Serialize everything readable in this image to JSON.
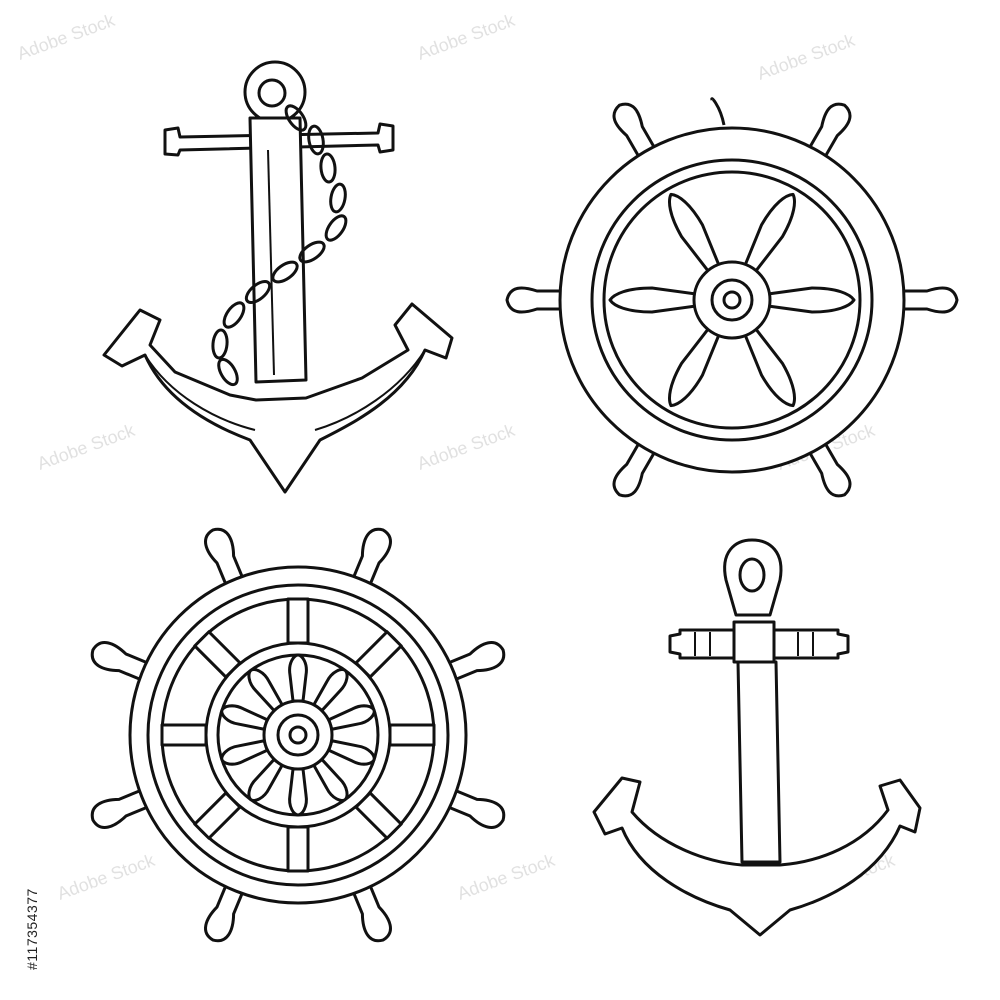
{
  "image": {
    "stock_id": "#117354377",
    "watermark_text": "Adobe Stock",
    "colors": {
      "background": "#ffffff",
      "ink": "#111111",
      "watermark": "#c8c8c8"
    },
    "illustrations": [
      {
        "name": "anchor with chain",
        "icon": "anchor-chain-icon"
      },
      {
        "name": "ship wheel",
        "icon": "ship-wheel-icon"
      },
      {
        "name": "ornate ship wheel",
        "icon": "ornate-ship-wheel-icon"
      },
      {
        "name": "anchor",
        "icon": "anchor-icon"
      }
    ]
  }
}
